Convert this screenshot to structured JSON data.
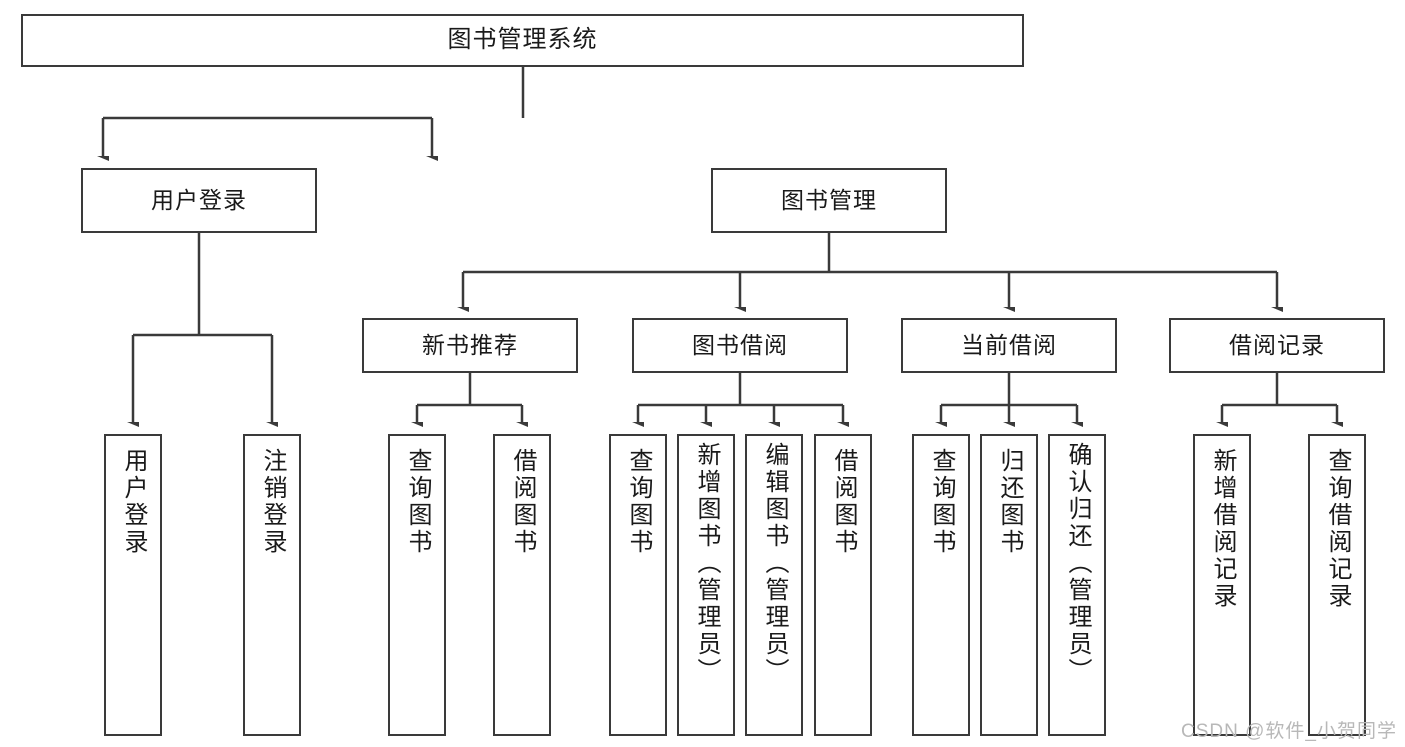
{
  "diagram": {
    "title_node": {
      "id": "root",
      "label": "图书管理系统"
    },
    "level1": [
      {
        "id": "user-login",
        "label": "用户登录"
      },
      {
        "id": "book-management",
        "label": "图书管理"
      }
    ],
    "level2": [
      {
        "id": "new-book-recommend",
        "label": "新书推荐"
      },
      {
        "id": "book-borrow",
        "label": "图书借阅"
      },
      {
        "id": "current-borrow",
        "label": "当前借阅"
      },
      {
        "id": "borrow-record",
        "label": "借阅记录"
      }
    ],
    "leaves": {
      "user_login": [
        {
          "id": "leaf-user-login",
          "label": "用户登录"
        },
        {
          "id": "leaf-logout-login",
          "label": "注销登录"
        }
      ],
      "new_book_recommend": [
        {
          "id": "leaf-query-book-1",
          "label": "查询图书"
        },
        {
          "id": "leaf-borrow-book-1",
          "label": "借阅图书"
        }
      ],
      "book_borrow": [
        {
          "id": "leaf-query-book-2",
          "label": "查询图书"
        },
        {
          "id": "leaf-add-book",
          "label": "新增图书（管理员）"
        },
        {
          "id": "leaf-edit-book",
          "label": "编辑图书（管理员）"
        },
        {
          "id": "leaf-borrow-book-2",
          "label": "借阅图书"
        }
      ],
      "current_borrow": [
        {
          "id": "leaf-query-book-3",
          "label": "查询图书"
        },
        {
          "id": "leaf-return-book",
          "label": "归还图书"
        },
        {
          "id": "leaf-confirm-return",
          "label": "确认归还（管理员）"
        }
      ],
      "borrow_record": [
        {
          "id": "leaf-add-record",
          "label": "新增借阅记录"
        },
        {
          "id": "leaf-query-record",
          "label": "查询借阅记录"
        }
      ]
    },
    "watermark": "CSDN @软件_小贺同学",
    "colors": {
      "stroke": "#3a3a3a",
      "text": "#1a1a1a",
      "background": "#ffffff",
      "watermark": "#b8b8b8"
    }
  }
}
